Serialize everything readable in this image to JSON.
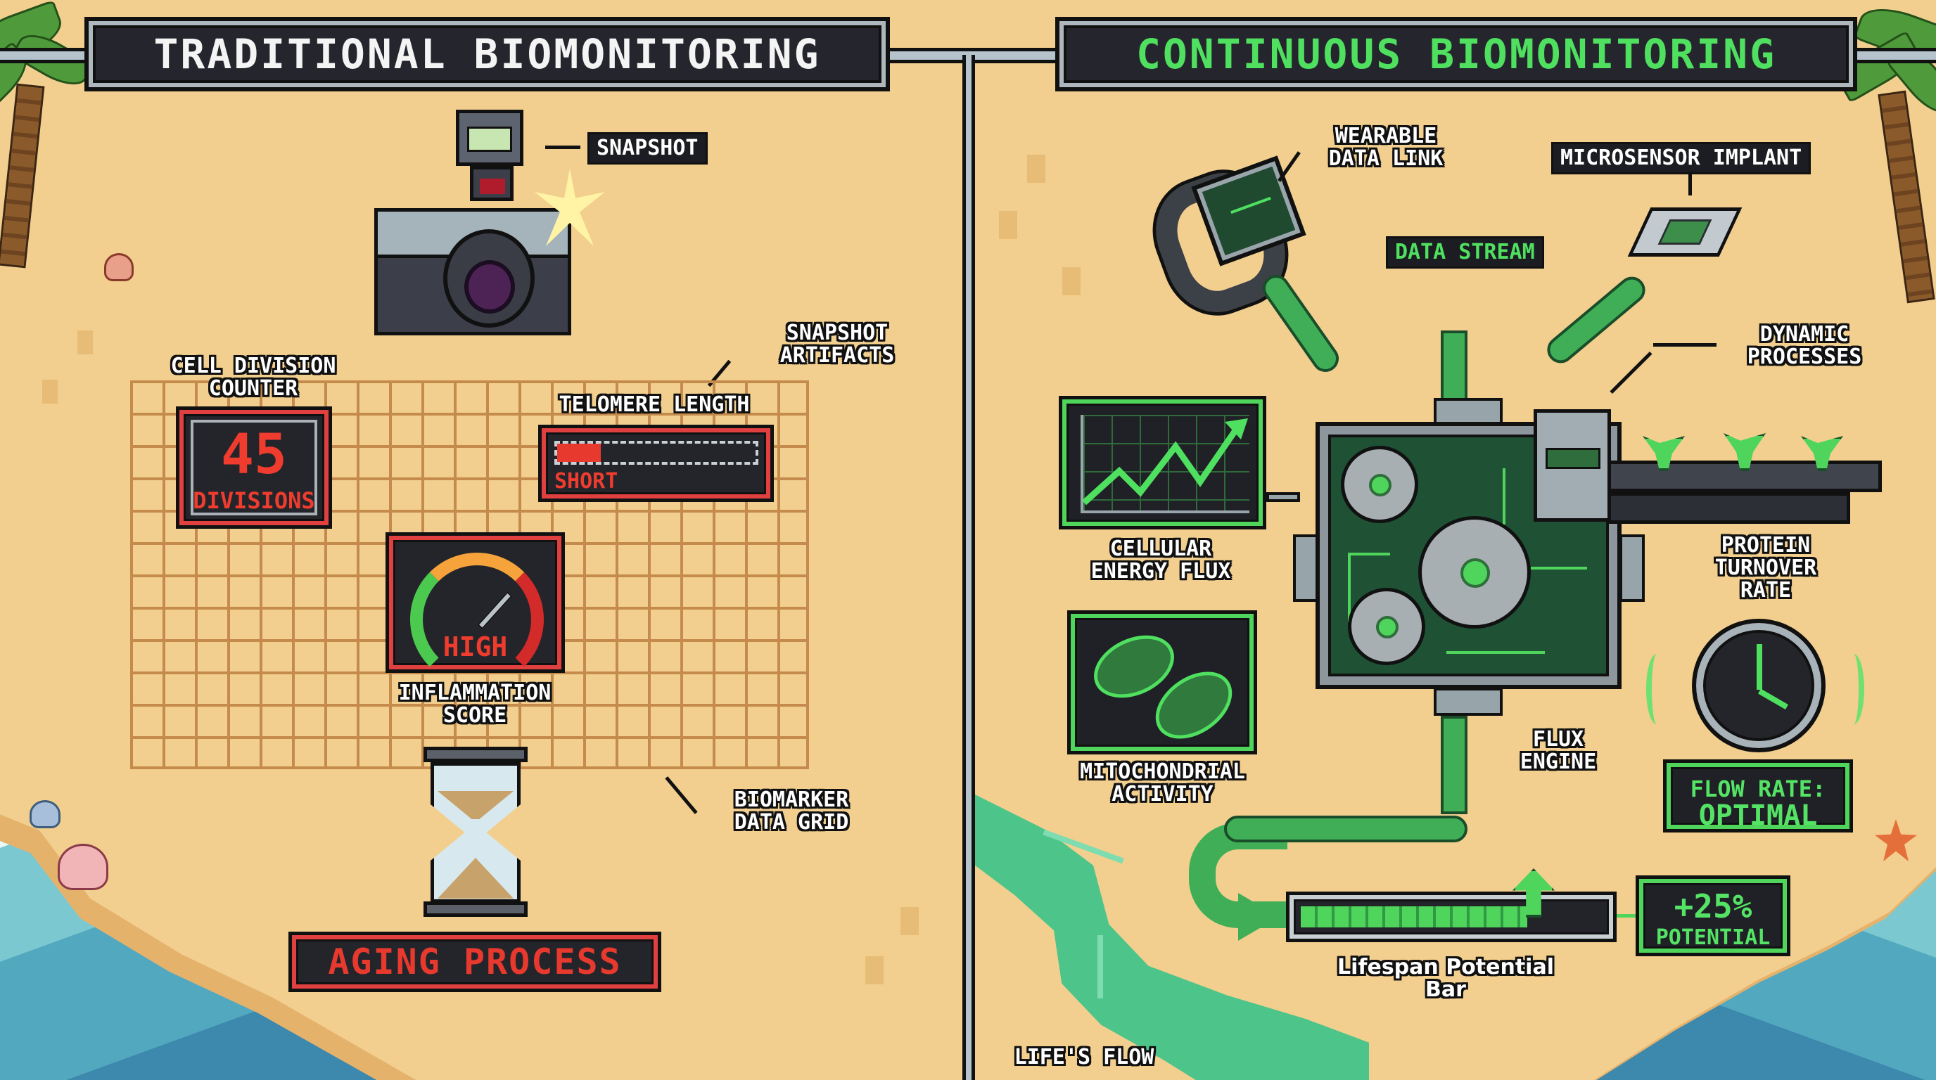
{
  "left_panel": {
    "title": "TRADITIONAL BIOMONITORING",
    "snapshot_label": "SNAPSHOT",
    "snapshot_artifacts_label": "SNAPSHOT\nARTIFACTS",
    "cell_division": {
      "label": "CELL DIVISION\nCOUNTER",
      "value": "45",
      "unit": "DIVISIONS"
    },
    "telomere": {
      "label": "TELOMERE LENGTH",
      "status": "SHORT",
      "fill_percent": 20
    },
    "inflammation": {
      "label": "INFLAMMATION\nSCORE",
      "status": "HIGH"
    },
    "biomarker_grid_label": "BIOMARKER\nDATA GRID",
    "aging_process_label": "AGING PROCESS"
  },
  "right_panel": {
    "title": "CONTINUOUS BIOMONITORING",
    "wearable_label": "WEARABLE\nDATA LINK",
    "microsensor_label": "MICROSENSOR IMPLANT",
    "data_stream_label": "DATA STREAM",
    "dynamic_processes_label": "DYNAMIC\nPROCESSES",
    "cellular_energy_label": "CELLULAR\nENERGY FLUX",
    "mitochondrial_label": "MITOCHONDRIAL\nACTIVITY",
    "flux_engine_label": "FLUX\nENGINE",
    "protein_turnover_label": "PROTEIN\nTURNOVER\nRATE",
    "flow_rate": {
      "title": "FLOW RATE:",
      "value": "OPTIMAL"
    },
    "lifespan_bar": {
      "label": "Lifespan Potential Bar",
      "fill_percent": 70
    },
    "potential_badge": {
      "value": "+25%",
      "label": "POTENTIAL"
    },
    "lifes_flow_label": "LIFE'S FLOW"
  },
  "colors": {
    "sand": "#f2cf8e",
    "alert_red": "#e04040",
    "healthy_green": "#4fe060",
    "panel_dark": "#24252b",
    "grid_line": "#c48b4d"
  }
}
